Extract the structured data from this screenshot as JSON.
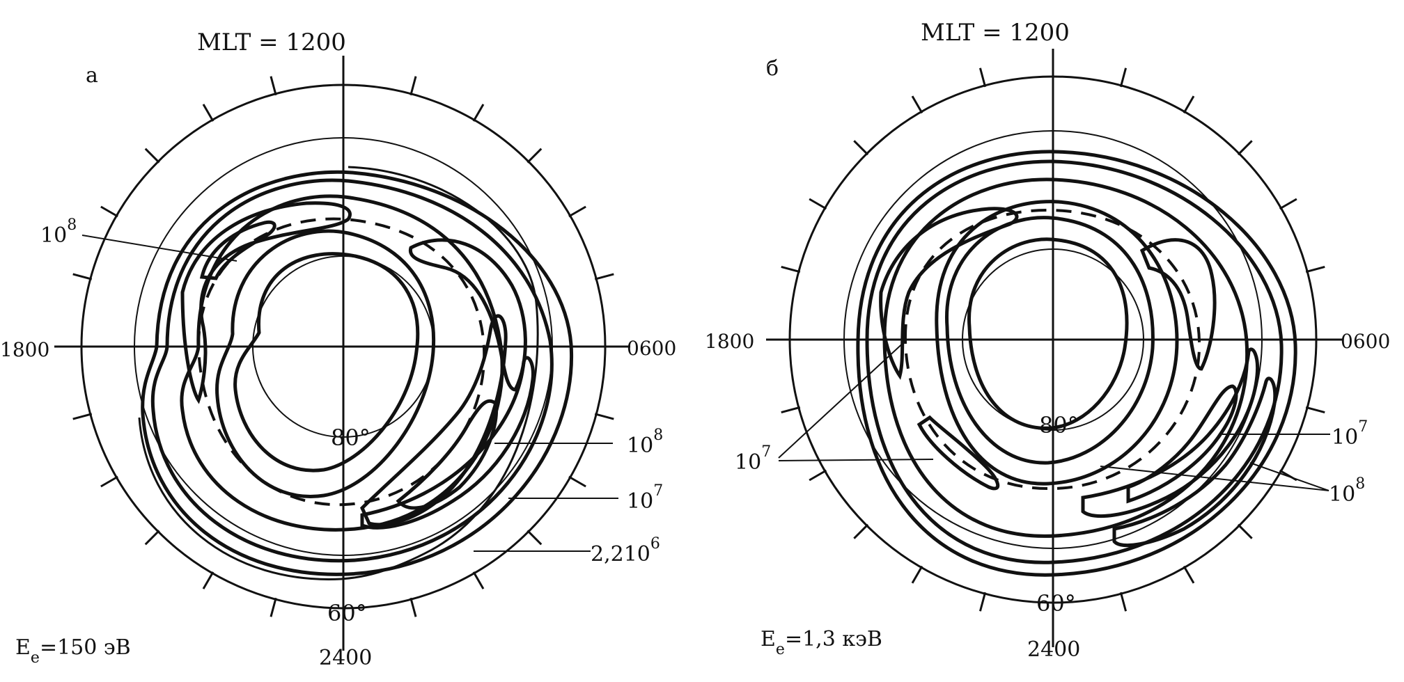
{
  "panel_a": {
    "letter": "а",
    "mlt_top": "MLT = 1200",
    "mlt_left": "1800",
    "mlt_right": "0600",
    "mlt_bottom": "2400",
    "lat_inner": "80°",
    "lat_outer": "60°",
    "energy_main": "E",
    "energy_sub": "e",
    "energy_value": "=150 эВ",
    "labels": [
      {
        "base": "10",
        "exp": "8"
      },
      {
        "base": "10",
        "exp": "8"
      },
      {
        "base": "10",
        "exp": "7"
      },
      {
        "base": "2,210",
        "exp": "6"
      }
    ]
  },
  "panel_b": {
    "letter": "б",
    "mlt_top": "MLT = 1200",
    "mlt_left": "1800",
    "mlt_right": "0600",
    "mlt_bottom": "2400",
    "lat_inner": "80°",
    "lat_outer": "60°",
    "energy_main": "E",
    "energy_sub": "e",
    "energy_value": "=1,3  кэВ",
    "labels": [
      {
        "base": "10",
        "exp": "7"
      },
      {
        "base": "10",
        "exp": "7"
      },
      {
        "base": "10",
        "exp": "8"
      }
    ]
  }
}
